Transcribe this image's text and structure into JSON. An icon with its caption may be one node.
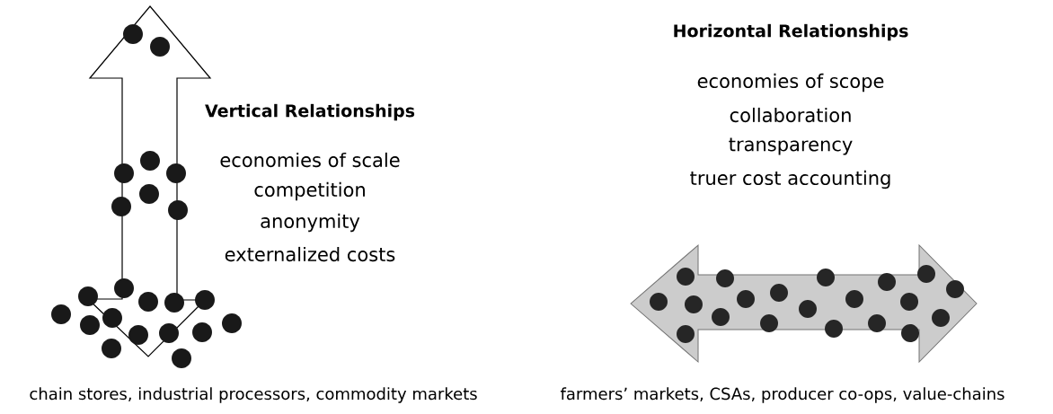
{
  "diagram": {
    "labels": [
      "Vertical Relationships",
      "economies of scale",
      "competition",
      "anonymity",
      "externalized costs",
      "Horizontal Relationships",
      "economies of scope",
      "collaboration",
      "transparency",
      "truer cost accounting",
      "chain stores, industrial processors, commodity markets",
      "farmers’ markets, CSAs, producer co-ops, value-chains"
    ]
  }
}
